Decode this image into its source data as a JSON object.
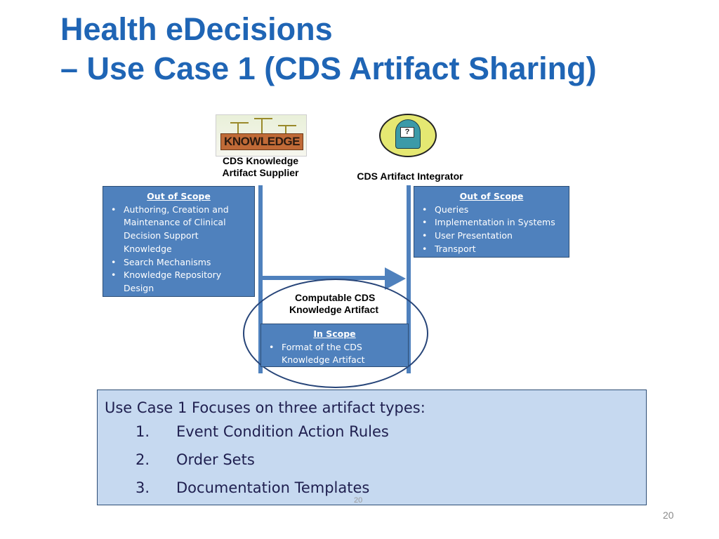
{
  "slide": {
    "title_line1": "Health eDecisions",
    "title_line2": "– Use Case 1 (CDS Artifact Sharing)",
    "page_number": "20"
  },
  "diagram": {
    "supplier": {
      "logo_text": "KNOWLEDGE",
      "label_line1": "CDS Knowledge",
      "label_line2": "Artifact Supplier"
    },
    "integrator": {
      "icon_text": "?",
      "label": "CDS Artifact Integrator"
    },
    "artifact_label_line1": "Computable CDS",
    "artifact_label_line2": "Knowledge Artifact",
    "left_scope": {
      "heading": "Out of Scope",
      "items": [
        "Authoring, Creation and Maintenance of Clinical Decision Support Knowledge",
        "Search Mechanisms",
        "Knowledge Repository Design"
      ]
    },
    "right_scope": {
      "heading": "Out of Scope",
      "items": [
        "Queries",
        "Implementation in Systems",
        "User Presentation",
        "Transport"
      ]
    },
    "in_scope": {
      "heading": "In Scope",
      "items": [
        "Format of the CDS Knowledge Artifact"
      ]
    }
  },
  "focus_box": {
    "heading": "Use Case 1 Focuses on three artifact types:",
    "items": [
      {
        "num": "1.",
        "text": "Event Condition Action Rules"
      },
      {
        "num": "2.",
        "text": "Order Sets"
      },
      {
        "num": "3.",
        "text": "Documentation Templates"
      }
    ],
    "inner_page_number": "20"
  },
  "colors": {
    "title": "#1f65b5",
    "box_fill": "#4f81bd",
    "info_fill": "#c6d9f0"
  }
}
